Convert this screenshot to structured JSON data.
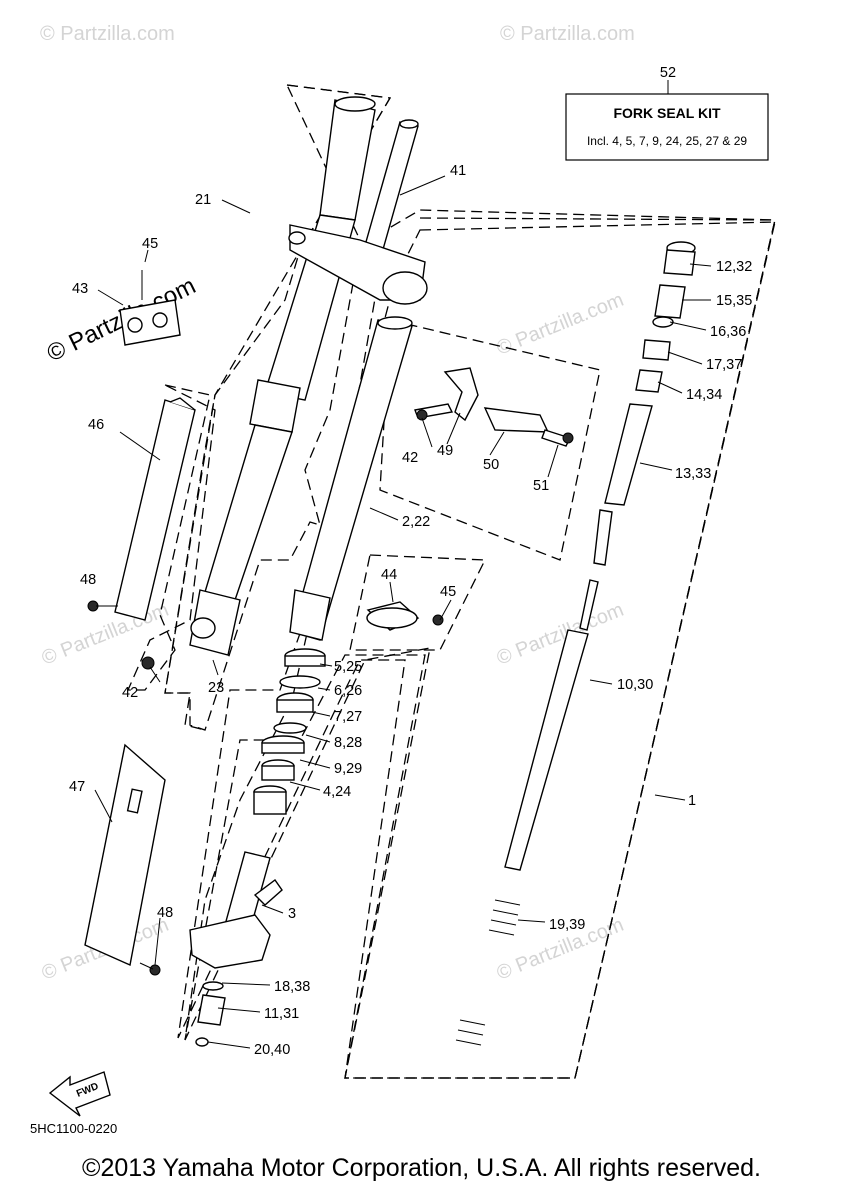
{
  "diagram": {
    "labels": [
      "52",
      "41",
      "21",
      "45",
      "43",
      "12,32",
      "15,35",
      "16,36",
      "17,37",
      "14,34",
      "46",
      "42",
      "49",
      "50",
      "51",
      "13,33",
      "2,22",
      "44",
      "45",
      "48",
      "10,30",
      "42",
      "23",
      "5,25",
      "6,26",
      "7,27",
      "8,28",
      "9,29",
      "4,24",
      "1",
      "47",
      "3",
      "48",
      "19,39",
      "18,38",
      "11,31",
      "20,40"
    ],
    "kit": {
      "title": "FORK SEAL KIT",
      "contents": "Incl. 4, 5, 7, 9, 24, 25, 27 & 29"
    },
    "watermark": "© Partzilla.com",
    "diagram_code": "5HC1100-0220",
    "fwd_label": "FWD"
  },
  "footer": {
    "copyright": "©2013 Yamaha Motor Corporation, U.S.A. All rights reserved."
  },
  "colors": {
    "line": "#000000",
    "watermark": "#d4d4d4",
    "background": "#ffffff"
  }
}
